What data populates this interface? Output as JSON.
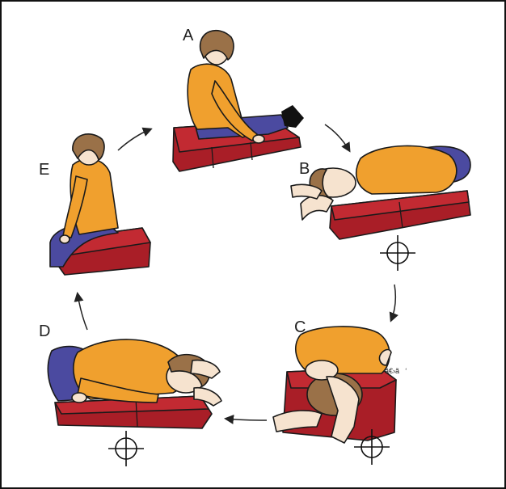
{
  "figure": {
    "labels": {
      "a": "A",
      "b": "B",
      "c": "C",
      "d": "D",
      "e": "E"
    },
    "c_annotation": "ã€›ã‘",
    "colors": {
      "shirt": "#f0a02e",
      "pants": "#4b4aa0",
      "mat": "#a91e27",
      "hair": "#9a7148",
      "skin": "#f6e3cf"
    },
    "icons": [
      "crosshair-icon",
      "cycle-arrow-icon"
    ]
  }
}
